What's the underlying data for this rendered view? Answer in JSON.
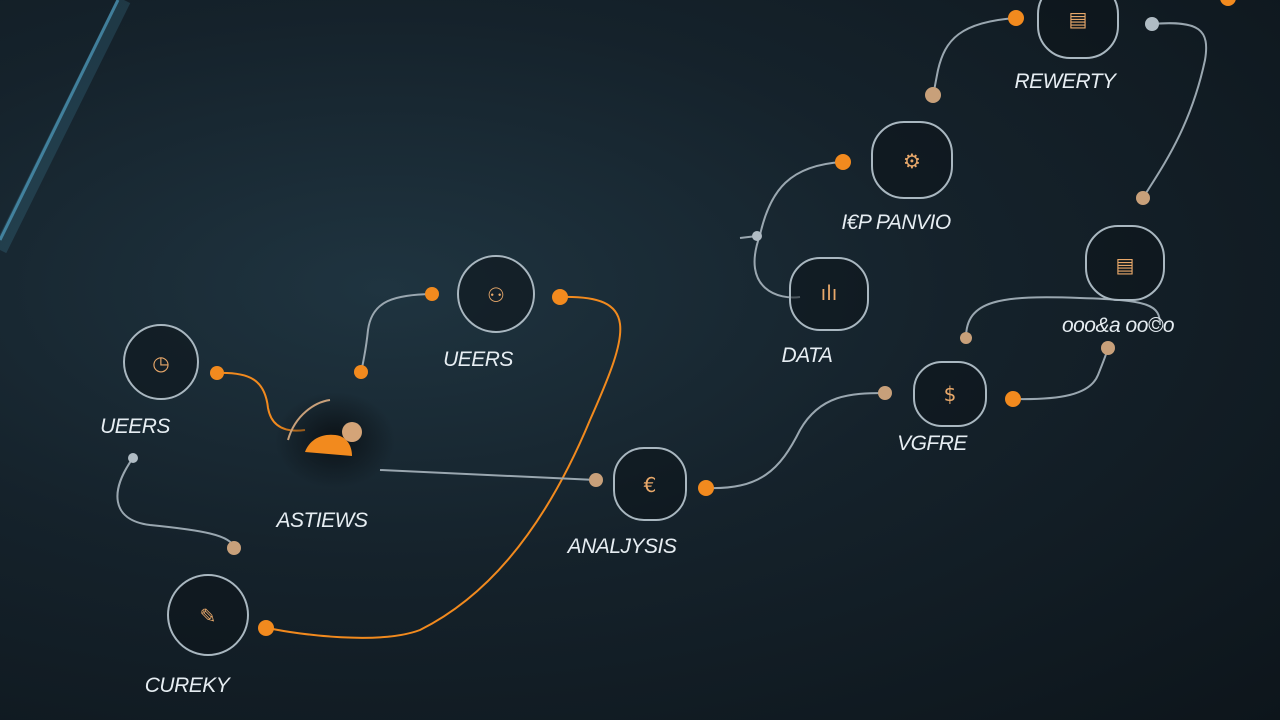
{
  "colors": {
    "background": "#15222b",
    "orange": "#f28a1e",
    "gray_line": "#9aa7b0",
    "ring": "#a9b7c0",
    "label": "#e6edf2",
    "edge_glow": "#5fc4ee"
  },
  "nodes": [
    {
      "id": "users_left",
      "label": "UEERS",
      "icon": "clock-icon",
      "glyph": "◷"
    },
    {
      "id": "users_mid",
      "label": "UEERS",
      "icon": "users-icon",
      "glyph": "⚇"
    },
    {
      "id": "astiews",
      "label": "ASTIEWS",
      "icon": "person-icon",
      "glyph": ""
    },
    {
      "id": "analysis",
      "label": "ANALJYSIS",
      "icon": "euro-icon",
      "glyph": "€"
    },
    {
      "id": "curery",
      "label": "CUREKY",
      "icon": "document-icon",
      "glyph": "✎"
    },
    {
      "id": "data",
      "label": "DATA",
      "icon": "chart-icon",
      "glyph": "ılı"
    },
    {
      "id": "panvio",
      "label": "I€P PANVIO",
      "icon": "gear-icon",
      "glyph": "⚙"
    },
    {
      "id": "rewerty",
      "label": "REWERTY",
      "icon": "file-icon",
      "glyph": "▤"
    },
    {
      "id": "vgfre",
      "label": "VGFRE",
      "icon": "dollar-icon",
      "glyph": "$"
    },
    {
      "id": "right_doc",
      "label": "ooo&a oo©o",
      "icon": "receipt-icon",
      "glyph": "▤"
    }
  ]
}
